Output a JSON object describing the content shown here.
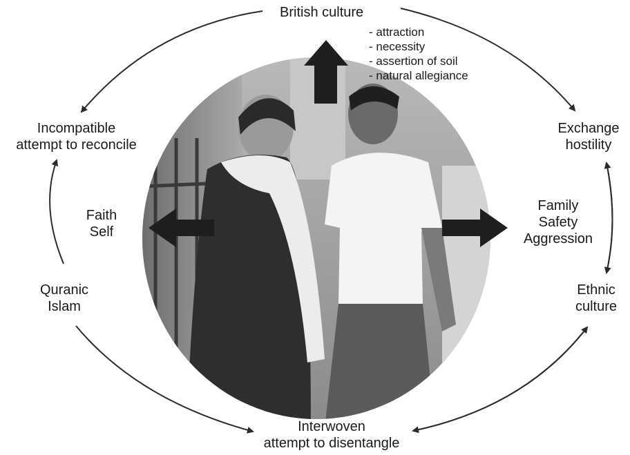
{
  "nodes": {
    "top": "British culture",
    "top_left": [
      "Incompatible",
      "attempt to reconcile"
    ],
    "top_right": [
      "Exchange",
      "hostility"
    ],
    "left_mid": [
      "Faith",
      "Self"
    ],
    "right_mid": [
      "Family",
      "Safety",
      "Aggression"
    ],
    "bottom_left": [
      "Quranic",
      "Islam"
    ],
    "bottom_right": [
      "Ethnic",
      "culture"
    ],
    "bottom": [
      "Interwoven",
      "attempt to disentangle"
    ]
  },
  "upward_list": [
    "attraction",
    "necessity",
    "assertion of soil",
    "natural allegiance"
  ],
  "photo": {
    "description_icon": "photo-of-two-young-people",
    "grayscale": true
  },
  "colors": {
    "line": "#2b2b2b",
    "arrow_fill": "#1e1e1e"
  }
}
